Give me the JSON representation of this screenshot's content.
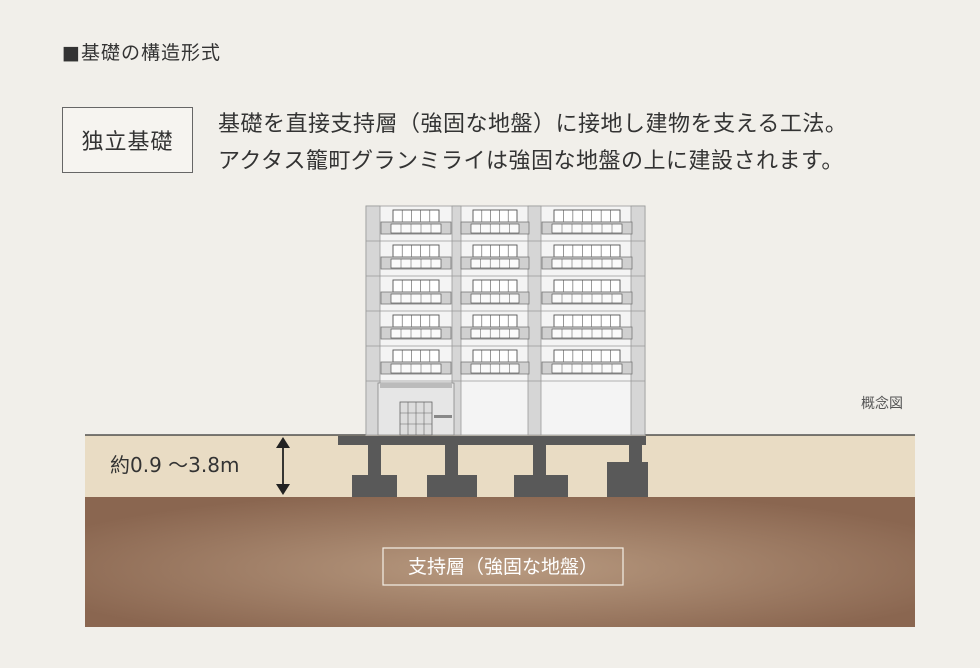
{
  "header": {
    "title": "■基礎の構造形式"
  },
  "term": {
    "label": "独立基礎"
  },
  "description": {
    "line1": "基礎を直接支持層（強固な地盤）に接地し建物を支える工法。",
    "line2": "アクタス籠町グランミライは強固な地盤の上に建設されます。"
  },
  "diagram": {
    "note": "概念図",
    "depth_label": "約0.9 ～3.8m",
    "bearing_layer_label": "支持層（強固な地盤）",
    "floors": 5,
    "colors": {
      "background": "#f1efea",
      "topsoil": "#e9dcc4",
      "bearing_layer_edge": "#8a6650",
      "bearing_layer_center": "#b89a80",
      "foundation": "#595959",
      "building_frame": "#c8c8c8",
      "building_face": "#f4f4f4"
    }
  }
}
